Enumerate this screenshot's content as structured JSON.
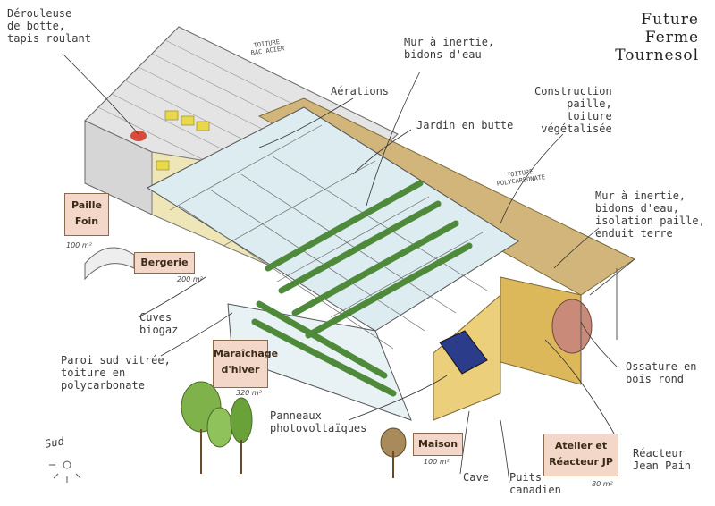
{
  "title": "Future\nFerme\nTournesol",
  "labels": {
    "derouleuse": "Dérouleuse\nde botte,\ntapis roulant",
    "toiture_bac": "TOITURE\nBAC ACIER",
    "mur_inertie_1": "Mur à inertie,\nbidons d'eau",
    "aerations": "Aérations",
    "jardin": "Jardin en butte",
    "construction": "Construction\npaille,\ntoiture\nvégétalisée",
    "toiture_poly": "TOITURE\nPOLYCARBONATE",
    "mur_inertie_2": "Mur à inertie,\nbidons d'eau,\nisolation paille,\nenduit terre",
    "cuves": "Cuves\nbiogaz",
    "paroi": "Paroi sud vitrée,\ntoiture en\npolycarbonate",
    "ossature": "Ossature en\nbois rond",
    "panneaux": "Panneaux\nphotovoltaïques",
    "reacteur": "Réacteur\nJean Pain",
    "cave": "Cave",
    "puits": "Puits\ncanadien",
    "sud": "Sud"
  },
  "boxes": {
    "paille": "Paille\nFoin",
    "bergerie": "Bergerie",
    "maraichage": "Maraîchage\nd'hiver",
    "maison": "Maison",
    "atelier": "Atelier et\nRéacteur JP"
  },
  "areas": {
    "paille": "100 m²",
    "bergerie": "200 m²",
    "maraichage": "320 m²",
    "maison": "100 m²",
    "atelier": "80 m²"
  },
  "colors": {
    "box_fill": "#f3d7c9",
    "greenhouse": "#d9e9ee",
    "wood": "#c9a86a",
    "plants": "#4f8a3a",
    "tank": "#c98a7a",
    "solar": "#2b3d8a"
  }
}
